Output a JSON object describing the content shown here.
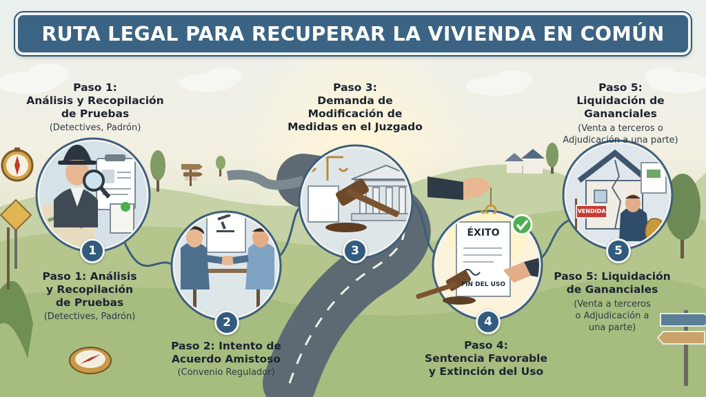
{
  "title": "RUTA LEGAL PARA RECUPERAR LA VIVIENDA EN COMÚN",
  "steps": [
    {
      "number": "1",
      "top_heading": [
        "Paso 1:",
        "Análisis y Recopilación",
        "de Pruebas"
      ],
      "top_sub": [
        "(Detectives, Padrón)"
      ],
      "bottom_heading": [
        "Paso 1: Análisis",
        "y Recopilación",
        "de Pruebas"
      ],
      "bottom_sub": [
        "(Detectives, Padrón)"
      ]
    },
    {
      "number": "2",
      "heading": [
        "Paso 2: Intento de",
        "Acuerdo Amistoso"
      ],
      "sub": [
        "(Convenio Regulador)"
      ]
    },
    {
      "number": "3",
      "heading": [
        "Paso 3:",
        "Demanda de",
        "Modificación de",
        "Medidas en el Juzgado"
      ]
    },
    {
      "number": "4",
      "heading": [
        "Paso 4:",
        "Sentencia Favorable",
        "y Extinción del Uso"
      ],
      "doc_title": "ÉXITO",
      "doc_footer": "FIN DEL USO"
    },
    {
      "number": "5",
      "top_heading": [
        "Paso 5:",
        "Liquidación de",
        "Gananciales"
      ],
      "top_sub": [
        "(Venta a terceros o",
        "Adjudicación a una parte)"
      ],
      "bottom_heading": [
        "Paso 5: Liquidación",
        "de Gananciales"
      ],
      "bottom_sub": [
        "(Venta a terceros",
        "o Adjudicación a",
        "una parte)"
      ],
      "sign_text": "VENDIDA"
    }
  ],
  "colors": {
    "banner": "#3b6484",
    "badge": "#325b7d",
    "road": "#5d6a73",
    "check": "#4caf50"
  }
}
